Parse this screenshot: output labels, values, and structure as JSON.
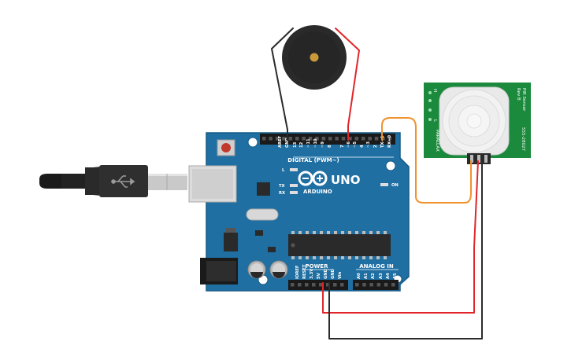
{
  "board": {
    "model_text": "UNO",
    "brand_text": "ARDUINO",
    "digital_header_label": "DIGITAL (PWM~)",
    "power_label": "POWER",
    "analog_label": "ANALOG IN",
    "on_label": "ON",
    "led_labels": [
      "L",
      "TX",
      "RX"
    ],
    "top_pin_labels": [
      "AREF",
      "GND",
      "13",
      "12",
      "~11",
      "~10",
      "~9",
      "8",
      "7",
      "~6",
      "~5",
      "4",
      "~3",
      "2",
      "TX→1",
      "RX←0"
    ],
    "power_pin_labels": [
      "IOREF",
      "RESET",
      "3.3V",
      "5V",
      "GND",
      "GND",
      "Vin"
    ],
    "analog_pin_labels": [
      "A0",
      "A1",
      "A2",
      "A3",
      "A4",
      "A5"
    ]
  },
  "pir": {
    "title": "PIR Sensor",
    "rev": "Rev B",
    "part_number": "555-28027",
    "brand": "PARALLAX",
    "jumper_labels": [
      "H",
      "L"
    ]
  },
  "colors": {
    "board": "#1f6fa3",
    "board_edge": "#175a85",
    "pcb_green": "#1b8a3c",
    "wire_red": "#e0262a",
    "wire_black": "#2b2b2b",
    "wire_orange": "#f0922d",
    "buzzer": "#2a2a2a",
    "buzzer_center": "#c89a3a"
  }
}
